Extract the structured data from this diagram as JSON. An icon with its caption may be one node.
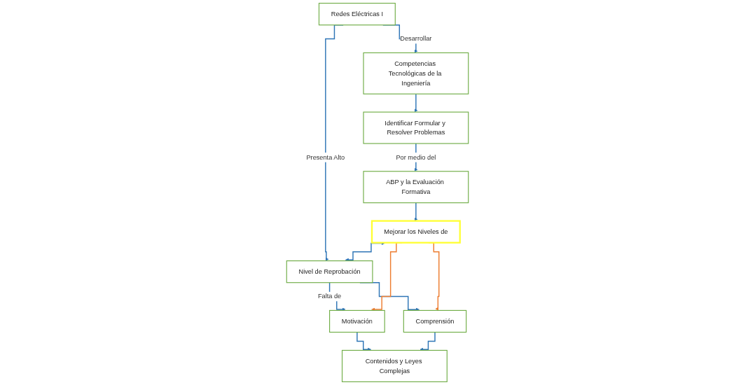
{
  "diagram": {
    "nodes": [
      {
        "text": [
          "Redes Eléctricas I"
        ]
      },
      {
        "text": [
          "Nivel de Reprobación"
        ]
      },
      {
        "text": [
          "Competencias Tecnológicas de la Ingeniería"
        ]
      },
      {
        "text": [
          "Motivación"
        ]
      },
      {
        "text": [
          "Comprensión"
        ]
      },
      {
        "text": [
          "Contenidos y Leyes Complejas"
        ]
      },
      {
        "text": [
          "Identificar Formular y Resolver Problemas"
        ]
      },
      {
        "text": [
          "Mejorar los Niveles de"
        ]
      },
      {
        "text": [
          "ABP y la Evaluación Formativa"
        ]
      }
    ],
    "edges": [
      {
        "from": 0,
        "to": 1,
        "arrow": "to",
        "label": "Presenta Alto"
      },
      {
        "from": 0,
        "to": 2,
        "arrow": "to",
        "label": "Desarrollar"
      },
      {
        "from": 1,
        "to": 3,
        "arrow": "to",
        "label": "Falta de"
      },
      {
        "from": 1,
        "to": 4,
        "arrow": "to"
      },
      {
        "from": 3,
        "to": 5,
        "arrow": "to"
      },
      {
        "from": 4,
        "to": 5,
        "arrow": "to"
      },
      {
        "from": 2,
        "to": 6,
        "arrow": "to"
      },
      {
        "from": 6,
        "to": 8,
        "arrow": "to",
        "label": "Por medio del"
      },
      {
        "from": 8,
        "to": 7,
        "arrow": "to"
      },
      {
        "from": 7,
        "to": 1,
        "arrow": "both"
      },
      {
        "from": 7,
        "to": 4,
        "arrow": "to",
        "color": "#ed7d31"
      },
      {
        "from": 7,
        "to": 3,
        "arrow": "to",
        "color": "#ed7d31"
      }
    ]
  }
}
